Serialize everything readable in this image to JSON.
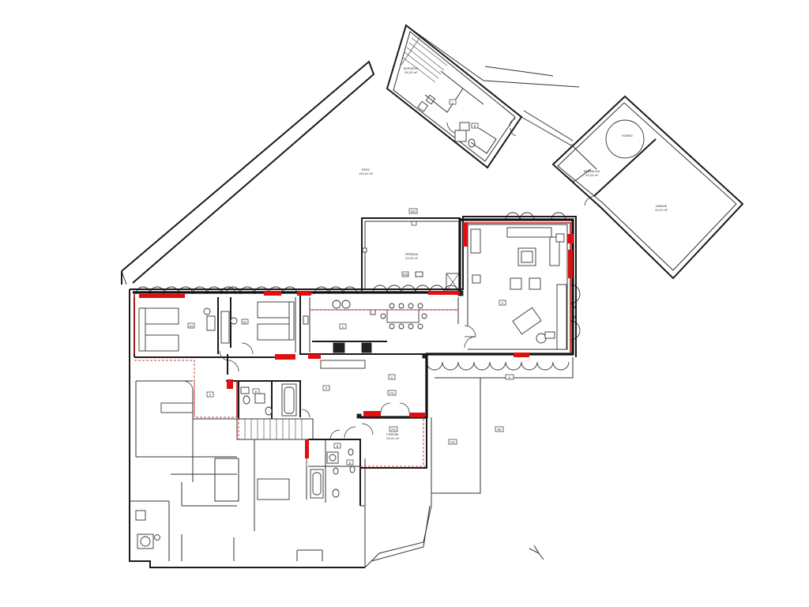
{
  "plan": {
    "labels": {
      "patio": "PATIO",
      "patio_area": "1ΧΧ,ΧΧ m²",
      "terraza": "TERRAZA",
      "terraza_area": "ΧΧ,ΧΧ m²",
      "porche": "PORCHE",
      "porche_area": "ΧΧ,ΧΧ m²",
      "garaje": "GARAJE",
      "garaje_area": "ΧΧ,ΧΧ m²",
      "deposito": "DEPOSITO",
      "deposito_area": "ΧΧ,ΧΧ m²",
      "horno": "HORNO",
      "barbacoa": "BARBACOA",
      "barbacoa_area": "ΧΧ,ΧΧ m²"
    },
    "tags": {
      "patio": "PAT",
      "terraza": "TER",
      "dormitorio_1": "D1",
      "dormitorio_2": "D2",
      "cocina": "C",
      "salon": "S",
      "bano_1": "B",
      "bano_2": "B",
      "bano_3": "B",
      "pasillo_1": "P",
      "pasillo_2": "P",
      "vestibulo": "V",
      "porche_1": "PO",
      "porche_2": "PO",
      "porche_3": "PO",
      "patio_exterior": "PE",
      "almacen": "A",
      "anexo_l": "L",
      "anexo_b": "B"
    }
  }
}
